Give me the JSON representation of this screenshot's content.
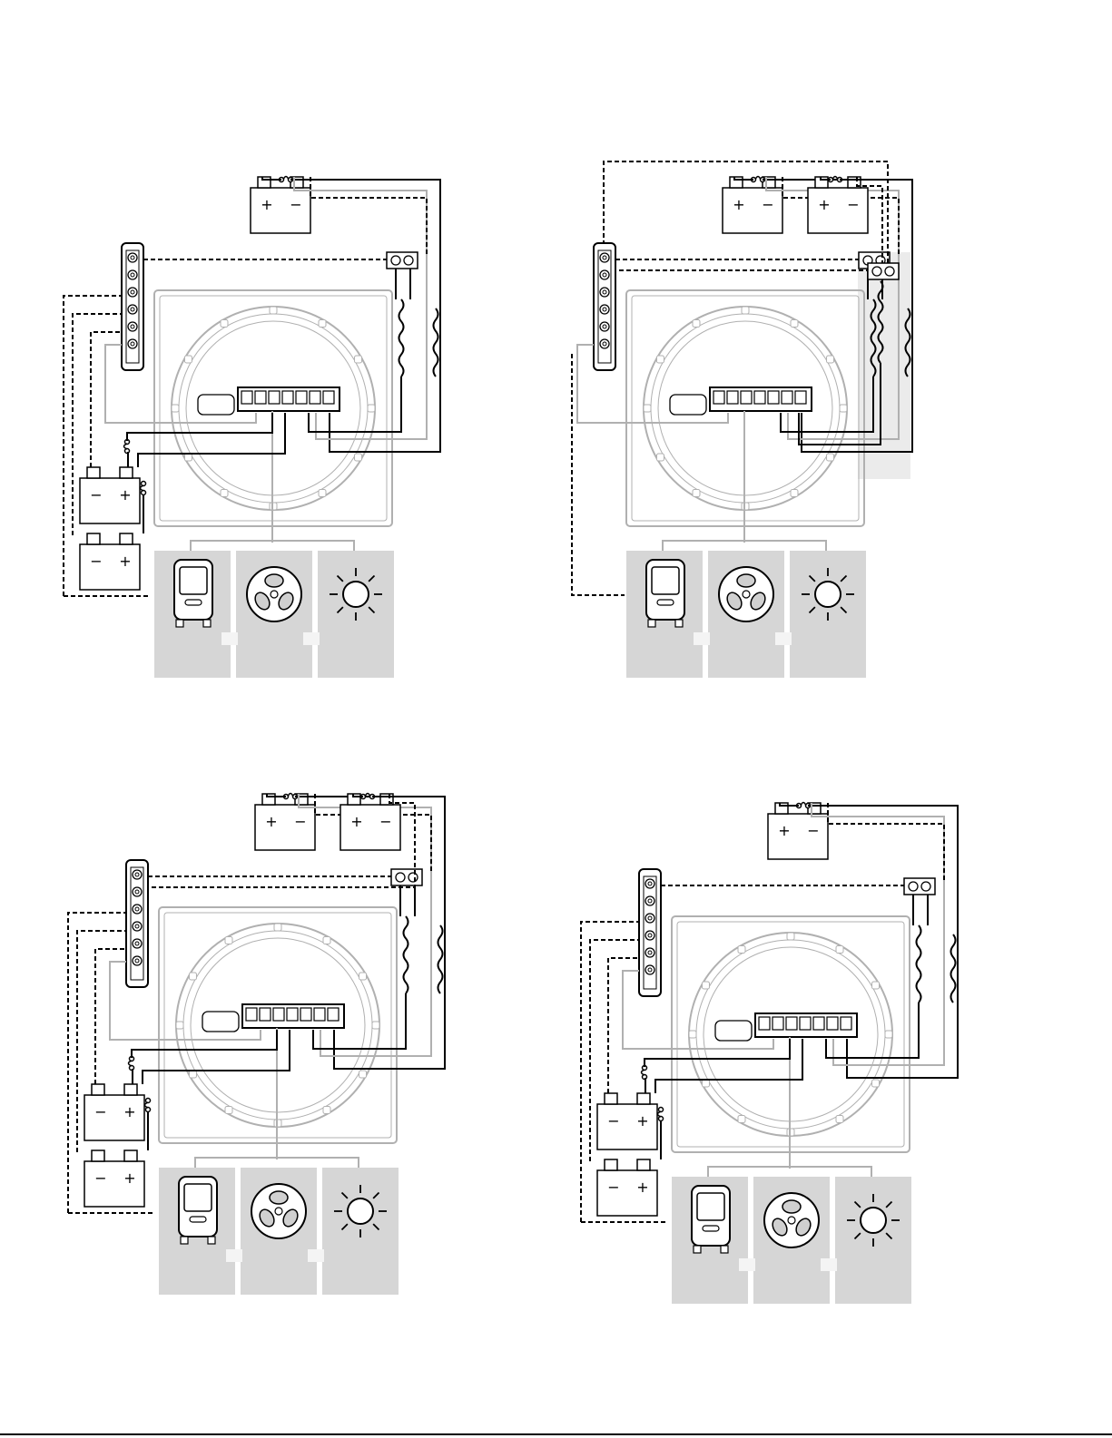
{
  "diagrams": [
    {
      "id": "d1",
      "extra_battery": false,
      "aux_batteries": 2,
      "aux_fuse_pair": false
    },
    {
      "id": "d2",
      "extra_battery": true,
      "aux_batteries": 0,
      "aux_fuse_pair": true
    },
    {
      "id": "d3",
      "extra_battery": true,
      "aux_batteries": 2,
      "aux_fuse_pair": false
    },
    {
      "id": "d4",
      "extra_battery": false,
      "aux_batteries": 2,
      "aux_fuse_pair": false
    }
  ],
  "symbols": {
    "plus": "+",
    "minus": "−"
  },
  "icons": [
    "battery-icon",
    "terminal-block-icon",
    "connector-icon",
    "fuse-icon",
    "control-panel-icon",
    "fan-icon",
    "light-bulb-icon"
  ],
  "colors": {
    "line": "#000000",
    "wire_gray": "#b0b0b0",
    "panel_gray": "#d6d6d6",
    "shade_gray": "#ebebeb"
  }
}
